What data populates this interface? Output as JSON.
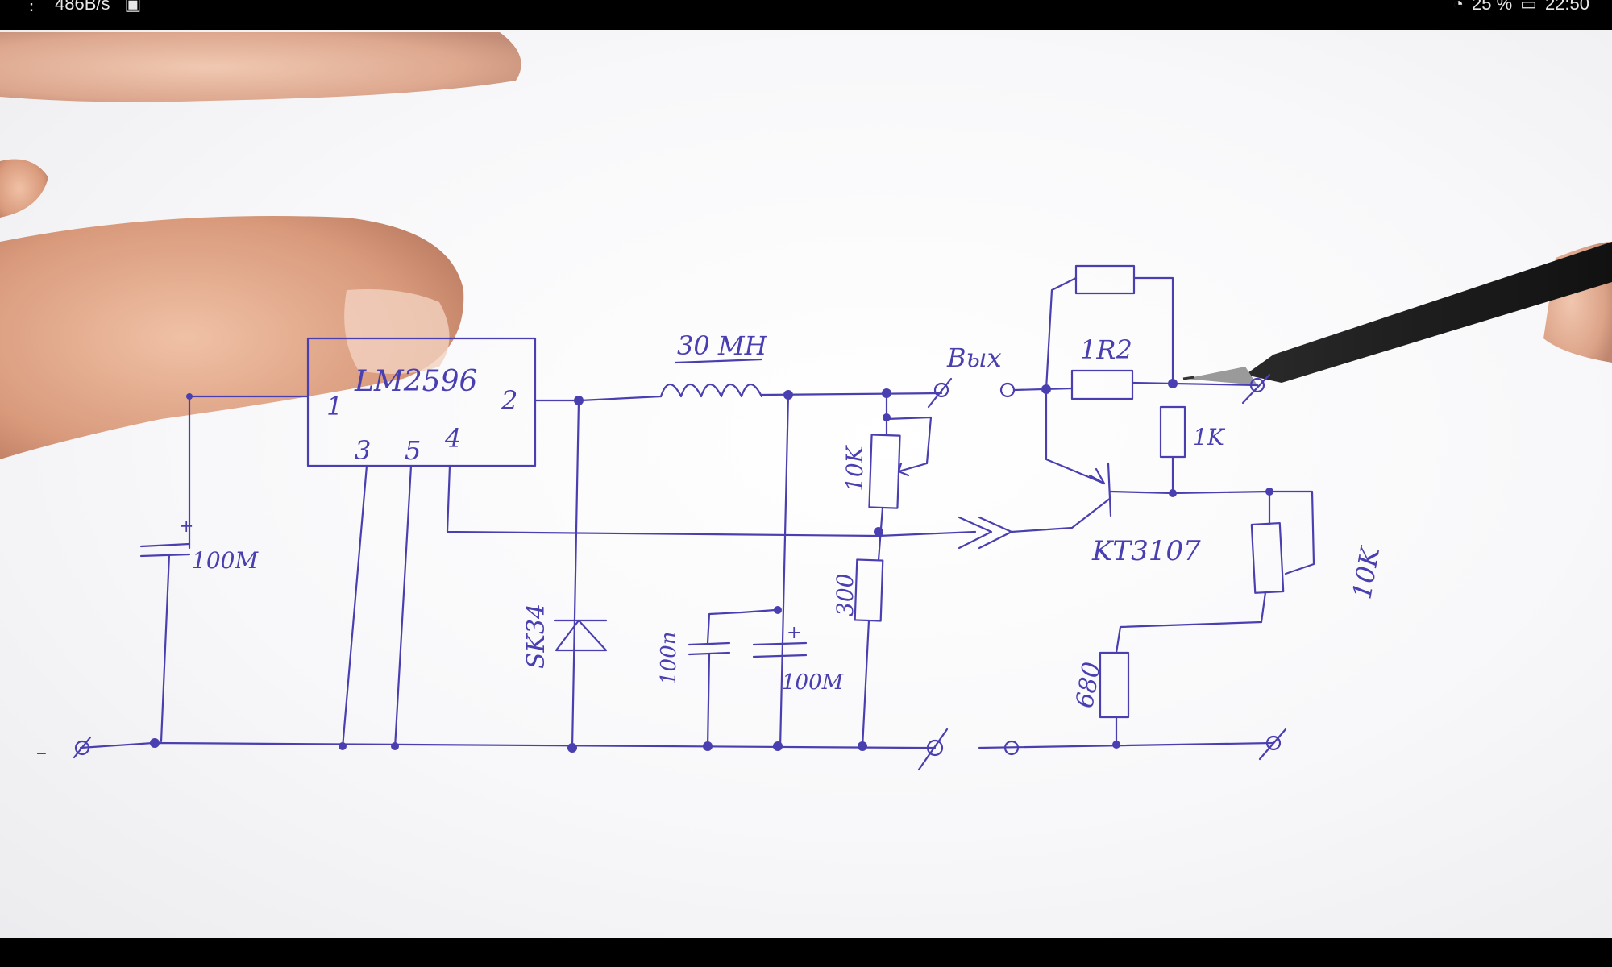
{
  "status_bar": {
    "speed": "486B/s",
    "battery": "25 %",
    "time": "22:50"
  },
  "schematic": {
    "ic": "LM2596",
    "ic_pins": {
      "p1": "1",
      "p2": "2",
      "p3": "3",
      "p5": "5",
      "p4": "4"
    },
    "input_cap": "100M",
    "inductor": "30 MH",
    "diode": "SK34",
    "cap_ceramic": "100n",
    "cap_out": "100M",
    "pot_fb": "10K",
    "r_fb": "300",
    "out_label": "Вых",
    "r_sense": "1R2",
    "r_base": "1K",
    "transistor": "KT3107",
    "pot_limit": "10K",
    "r_bottom": "680",
    "minus": "–",
    "plus_sign": "+"
  },
  "colors": {
    "ink": "#4a3fb0",
    "paper": "#f8f8fa",
    "skin": "#e9b79a"
  }
}
